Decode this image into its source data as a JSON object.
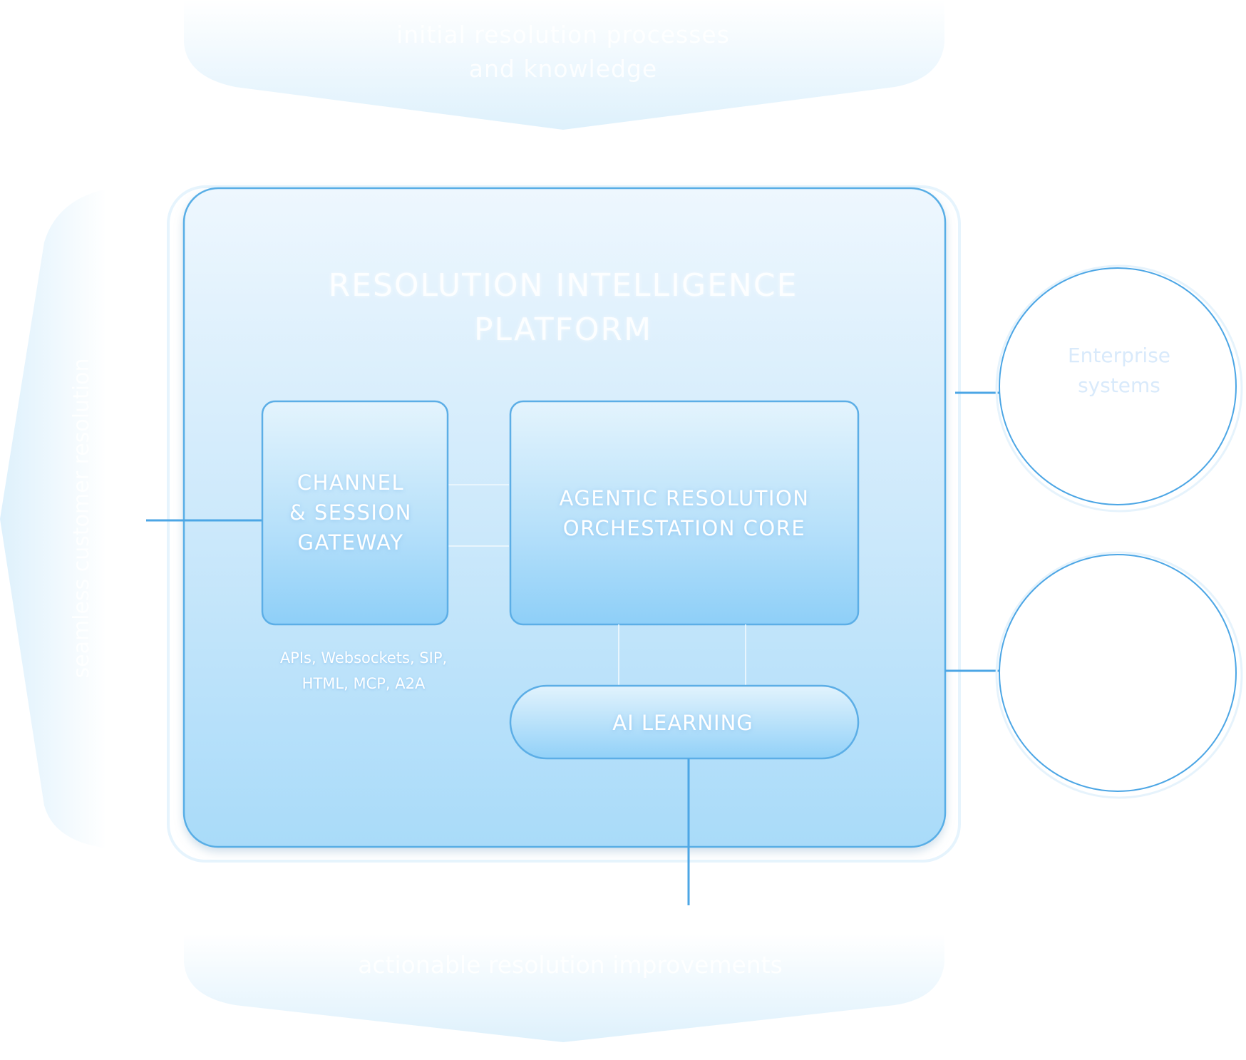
{
  "top_banner": {
    "text_line1": "initial resolution processes",
    "text_line2": "and knowledge"
  },
  "bottom_banner": {
    "text": "actionable resolution improvements"
  },
  "left_banner": {
    "text": "seamless customer resolution"
  },
  "platform": {
    "title_line1": "RESOLUTION INTELLIGENCE",
    "title_line2": "PLATFORM"
  },
  "gateway": {
    "label_line1": "CHANNEL",
    "label_line2": "& SESSION",
    "label_line3": "GATEWAY",
    "protocols_line1": "APIs, Websockets, SIP,",
    "protocols_line2": "HTML, MCP, A2A"
  },
  "core": {
    "label_line1": "AGENTIC RESOLUTION",
    "label_line2": "ORCHESTATION CORE"
  },
  "ai_learning": {
    "label": "AI LEARNING"
  },
  "circles": [
    {
      "label_line1": "Enterprise",
      "label_line2": "systems"
    },
    {
      "label_line1": "",
      "label_line2": ""
    }
  ],
  "colors": {
    "accent": "#3a9be0",
    "panel_top": "#e9f5fd",
    "panel_bottom": "#a8dbf9",
    "box_top": "#d9effc",
    "box_bottom": "#8fd0f8",
    "banner": "#dff0fc"
  }
}
